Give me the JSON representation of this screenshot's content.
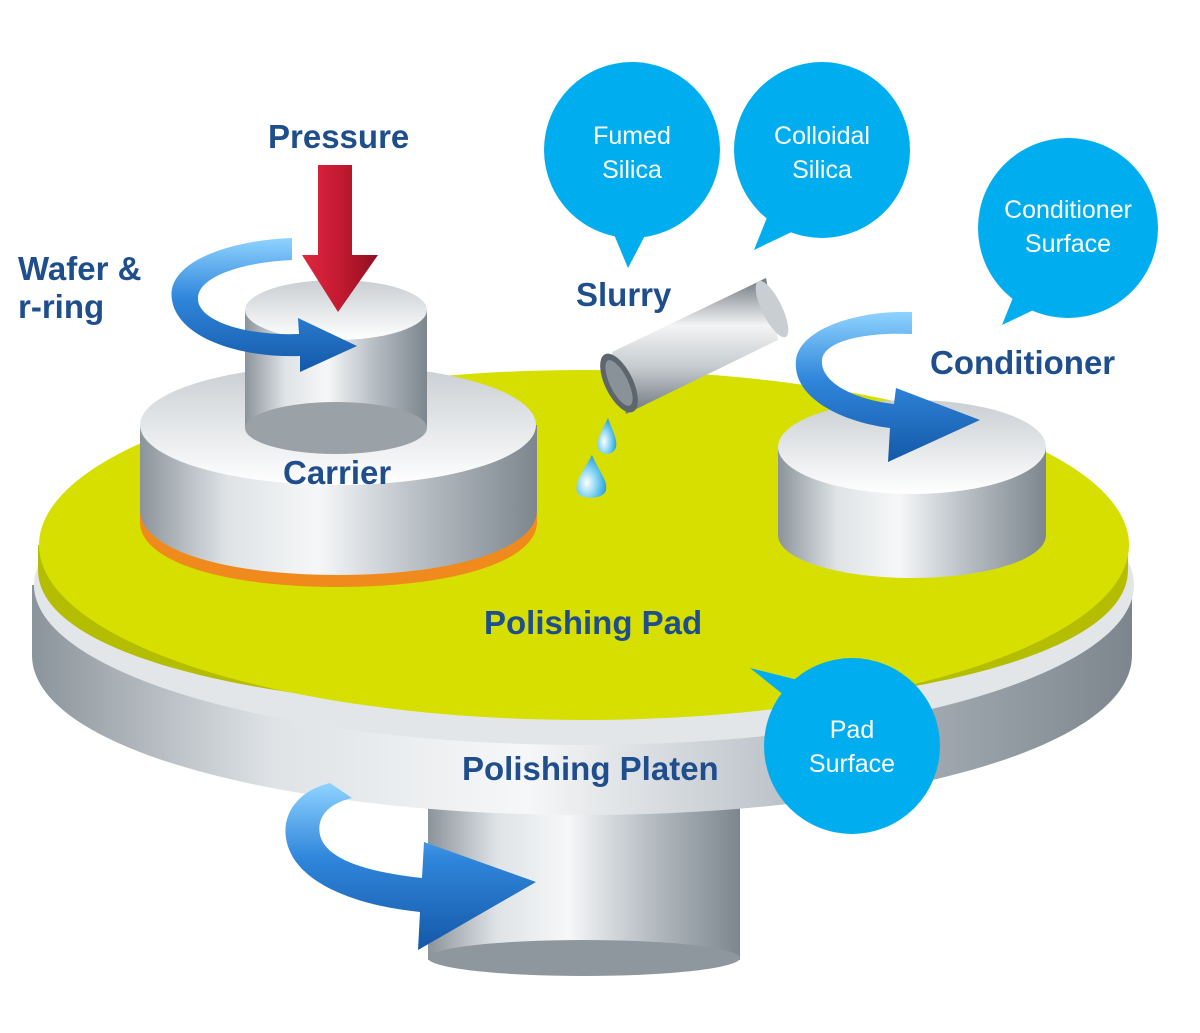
{
  "labels": {
    "pressure": "Pressure",
    "wafer_line1": "Wafer &",
    "wafer_line2": "r-ring",
    "carrier": "Carrier",
    "slurry": "Slurry",
    "conditioner": "Conditioner",
    "polishing_pad": "Polishing Pad",
    "polishing_platen": "Polishing Platen"
  },
  "bubbles": {
    "fumed_silica": {
      "line1": "Fumed",
      "line2": "Silica"
    },
    "colloidal_silica": {
      "line1": "Colloidal",
      "line2": "Silica"
    },
    "conditioner_surface": {
      "line1": "Conditioner",
      "line2": "Surface"
    },
    "pad_surface": {
      "line1": "Pad",
      "line2": "Surface"
    }
  },
  "colors": {
    "label_text": "#1f4e8c",
    "bubble_fill": "#00aeef",
    "pad_yellow": "#d6df00",
    "arrow_blue": "#1f6fc5",
    "pressure_red": "#b5152b",
    "wafer_orange": "#f08a1c"
  },
  "icons": [
    "rotation-arrow-icon",
    "pressure-arrow-icon",
    "slurry-drop-icon",
    "slurry-pipe-icon"
  ]
}
